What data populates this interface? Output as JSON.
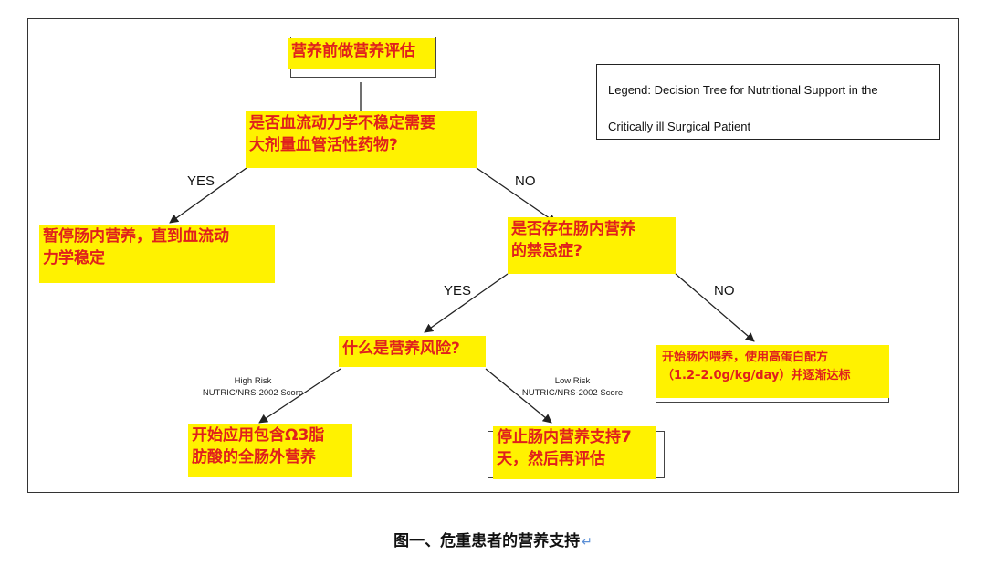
{
  "nodes": {
    "root": "营养前做营养评估",
    "q_hemodynamic": [
      "是否血流动力学不稳定需要",
      "大剂量血管活性药物?"
    ],
    "pause_enteral": [
      "暂停肠内营养，直到血流动",
      "力学稳定"
    ],
    "q_contraindication": [
      "是否存在肠内营养",
      "的禁忌症?"
    ],
    "q_risk": "什么是营养风险?",
    "start_enteral": [
      "开始肠内喂养，使用高蛋白配方",
      "（1.2–2.0g/kg/day）并逐渐达标"
    ],
    "start_parenteral": [
      "开始应用包含Ω3脂",
      "肪酸的全肠外营养"
    ],
    "stop_enteral": [
      "停止肠内营养支持7",
      "天，然后再评估"
    ]
  },
  "edges": {
    "yes_1": "YES",
    "no_1": "NO",
    "yes_2": "YES",
    "no_2": "NO",
    "high_risk": [
      "High Risk",
      "NUTRIC/NRS-2002 Score"
    ],
    "low_risk": [
      "Low Risk",
      "NUTRIC/NRS-2002 Score"
    ]
  },
  "legend": [
    "Legend: Decision Tree for Nutritional Support in the",
    "Critically ill Surgical Patient"
  ],
  "caption": "图一、危重患者的营养支持",
  "colors": {
    "node_fill": "#fff200",
    "node_text": "#e0201c",
    "line": "#222222"
  }
}
